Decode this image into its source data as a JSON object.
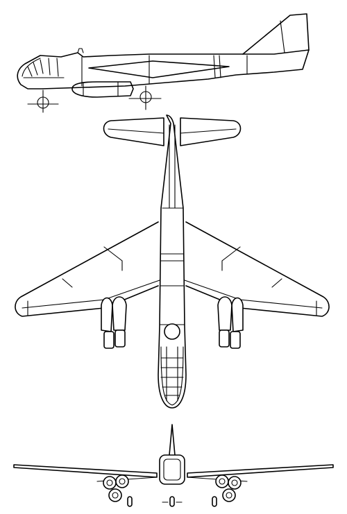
{
  "drawing": {
    "subject": "",
    "views": [
      {
        "view": "side"
      },
      {
        "view": "top"
      },
      {
        "view": "front"
      }
    ],
    "line_color": "#000000",
    "background": "#ffffff"
  }
}
